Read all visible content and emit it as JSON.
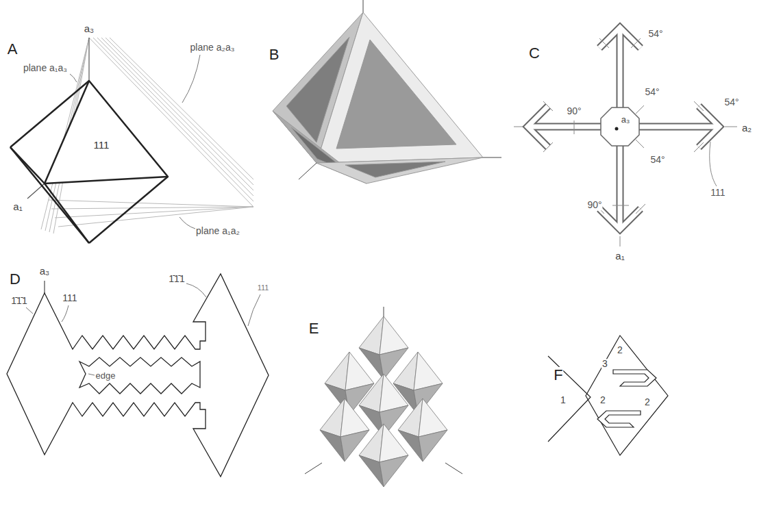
{
  "diagram": {
    "labels": [
      "A",
      "a₃",
      "plane a₁a₃",
      "plane a₂a₃",
      "111",
      "plane a₁a₂",
      "a₁",
      "B",
      "C",
      "54°",
      "54°",
      "54°",
      "90°",
      "a₃",
      "a₂",
      "54°",
      "90°",
      "111",
      "a₁",
      "D",
      "a₃",
      "1̄1̄1",
      "111",
      "edge",
      "1̄1̄1",
      "111",
      "E",
      "F",
      "2",
      "3",
      "1",
      "2",
      "2"
    ]
  }
}
